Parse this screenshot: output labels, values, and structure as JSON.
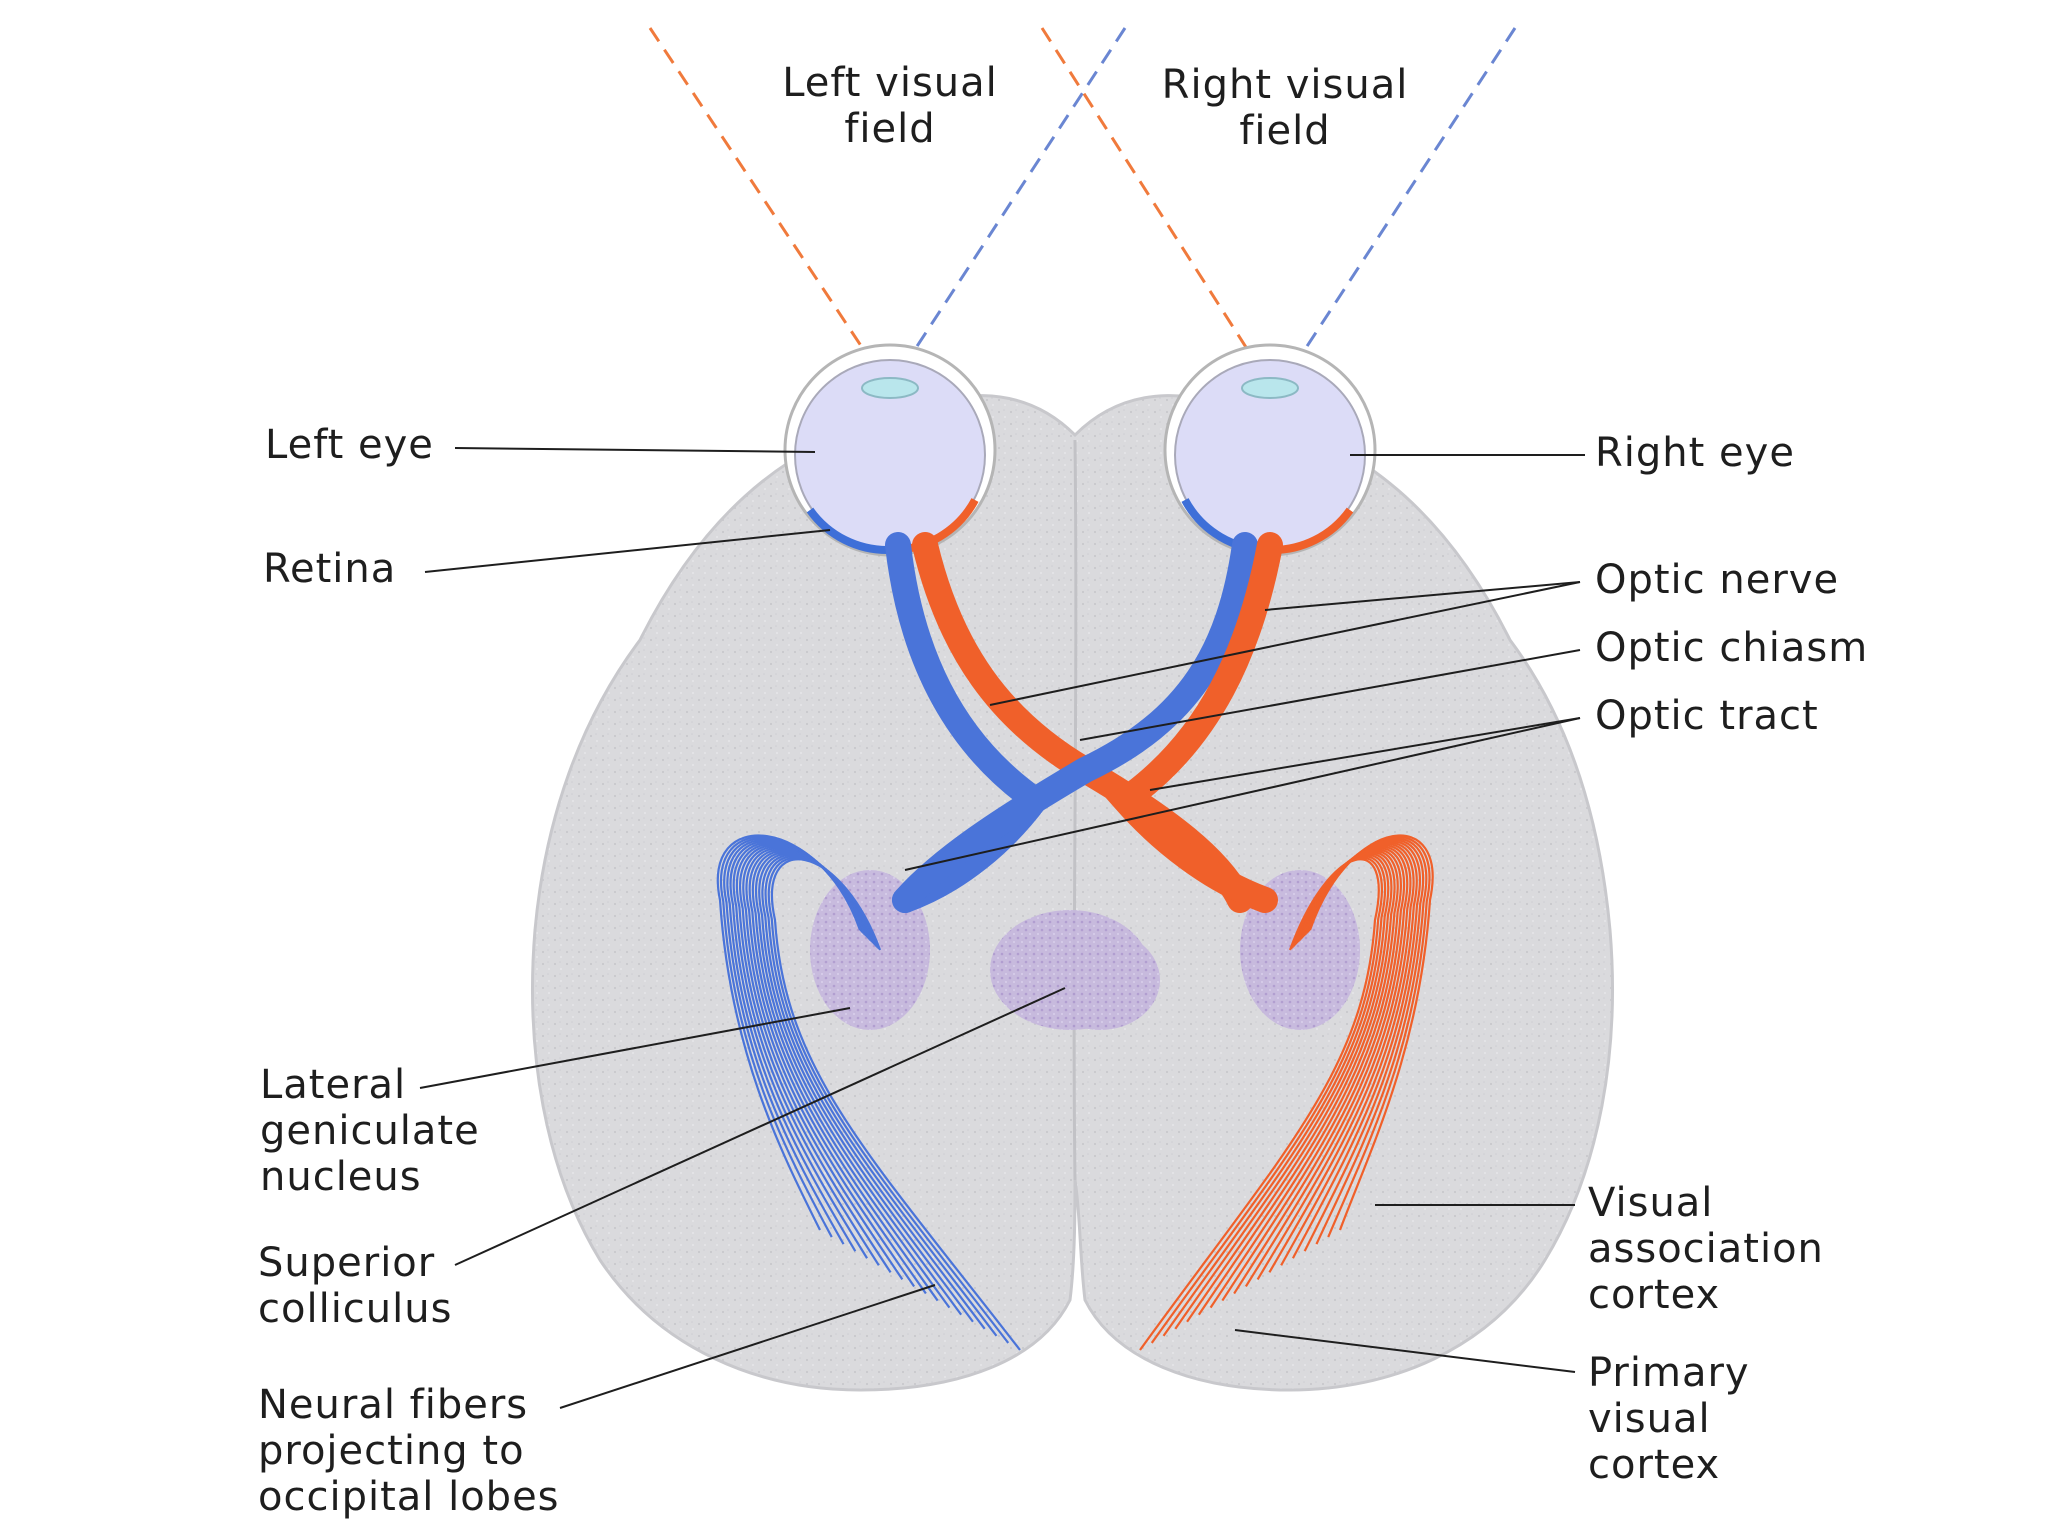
{
  "field_labels": {
    "left": [
      "Left visual",
      "field"
    ],
    "right": [
      "Right visual",
      "field"
    ]
  },
  "labels": {
    "left_eye": "Left eye",
    "right_eye": "Right eye",
    "retina": "Retina",
    "optic_nerve": "Optic nerve",
    "optic_chiasm": "Optic chiasm",
    "optic_tract": "Optic tract",
    "lgn": [
      "Lateral",
      "geniculate",
      "nucleus"
    ],
    "superior_colliculus": [
      "Superior",
      "colliculus"
    ],
    "neural_fibers": [
      "Neural fibers",
      "projecting to",
      "occipital lobes"
    ],
    "visual_association_cortex": [
      "Visual",
      "association",
      "cortex"
    ],
    "primary_visual_cortex": [
      "Primary",
      "visual",
      "cortex"
    ]
  },
  "colors": {
    "left_field": "#f07a3c",
    "right_field": "#4a74d9",
    "brain": "#d9d9dc",
    "eye": "#dcdcf7",
    "nucleus": "#b8a6d6",
    "leader_line": "#1e1e1e"
  }
}
